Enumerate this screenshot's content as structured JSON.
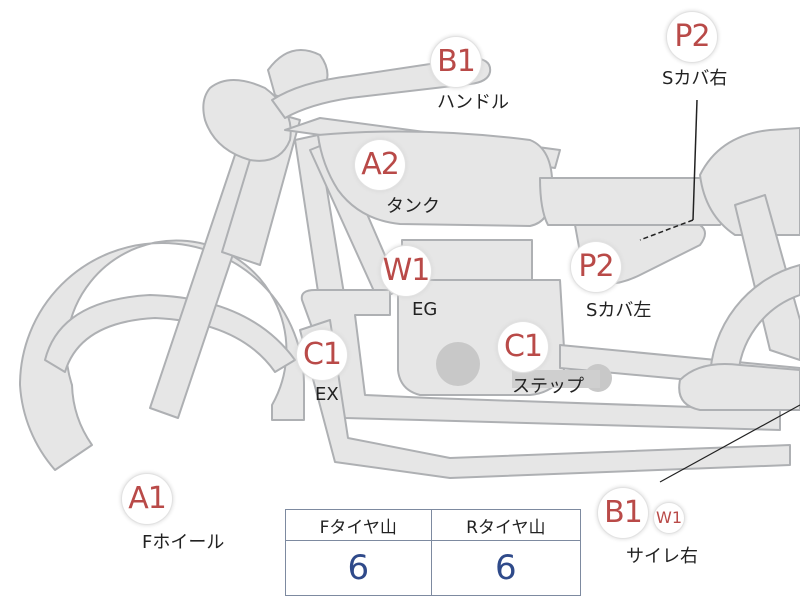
{
  "colors": {
    "body_fill": "#e6e6e6",
    "body_stroke": "#aeb0b3",
    "badge_text": "#b94a48",
    "value_text": "#2f4a8a",
    "table_border": "#7d8aa0"
  },
  "markers": [
    {
      "id": "b1-handle",
      "code": "B1",
      "label": "ハンドル"
    },
    {
      "id": "p2-side-cover-right",
      "code": "P2",
      "label": "Sカバ右"
    },
    {
      "id": "a2-tank",
      "code": "A2",
      "label": "タンク"
    },
    {
      "id": "w1-engine",
      "code": "W1",
      "label": "EG"
    },
    {
      "id": "p2-side-cover-left",
      "code": "P2",
      "label": "Sカバ左"
    },
    {
      "id": "c1-exhaust",
      "code": "C1",
      "label": "EX"
    },
    {
      "id": "c1-step",
      "code": "C1",
      "label": "ステップ"
    },
    {
      "id": "a1-front-wheel",
      "code": "A1",
      "label": "Fホイール"
    },
    {
      "id": "b1-w1-silencer-right",
      "code": "B1",
      "code2": "W1",
      "label": "サイレ右"
    }
  ],
  "tire_tread": {
    "headers": [
      "Fタイヤ山",
      "Rタイヤ山"
    ],
    "values": [
      "6",
      "6"
    ]
  }
}
